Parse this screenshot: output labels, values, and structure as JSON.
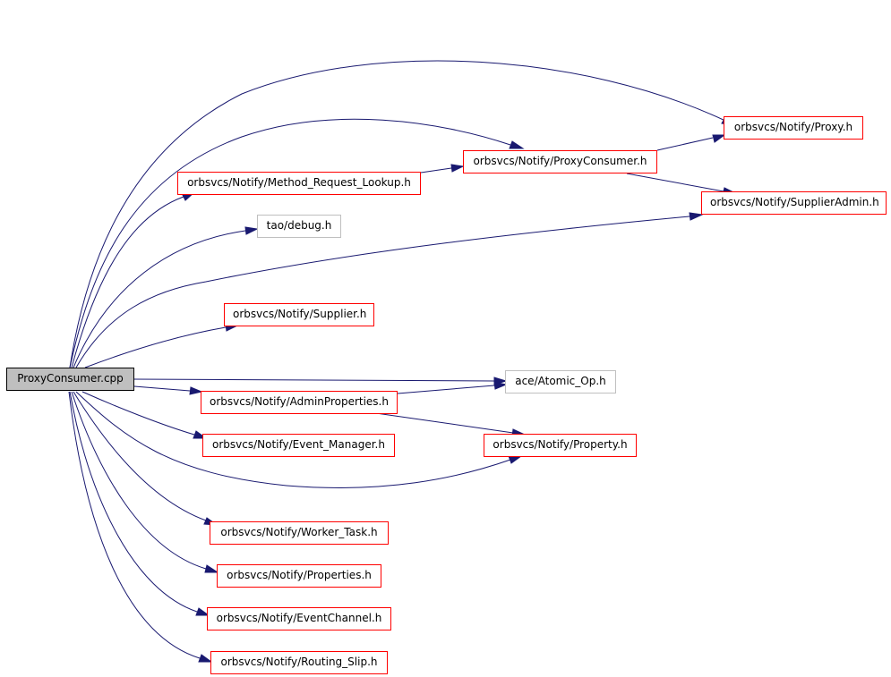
{
  "diagram": {
    "root": {
      "label": "ProxyConsumer.cpp"
    },
    "nodes": {
      "proxy_h": {
        "label": "orbsvcs/Notify/Proxy.h"
      },
      "proxyconsumer_h": {
        "label": "orbsvcs/Notify/ProxyConsumer.h"
      },
      "method_request_lookup_h": {
        "label": "orbsvcs/Notify/Method_Request_Lookup.h"
      },
      "supplieradmin_h": {
        "label": "orbsvcs/Notify/SupplierAdmin.h"
      },
      "tao_debug_h": {
        "label": "tao/debug.h"
      },
      "supplier_h": {
        "label": "orbsvcs/Notify/Supplier.h"
      },
      "atomic_op_h": {
        "label": "ace/Atomic_Op.h"
      },
      "adminproperties_h": {
        "label": "orbsvcs/Notify/AdminProperties.h"
      },
      "event_manager_h": {
        "label": "orbsvcs/Notify/Event_Manager.h"
      },
      "property_h": {
        "label": "orbsvcs/Notify/Property.h"
      },
      "worker_task_h": {
        "label": "orbsvcs/Notify/Worker_Task.h"
      },
      "properties_h": {
        "label": "orbsvcs/Notify/Properties.h"
      },
      "eventchannel_h": {
        "label": "orbsvcs/Notify/EventChannel.h"
      },
      "routing_slip_h": {
        "label": "orbsvcs/Notify/Routing_Slip.h"
      }
    },
    "colors": {
      "edge": "#191970",
      "documented_border": "#ff0000",
      "external_border": "#bfbfbf",
      "root_fill": "#bfbfbf"
    }
  }
}
